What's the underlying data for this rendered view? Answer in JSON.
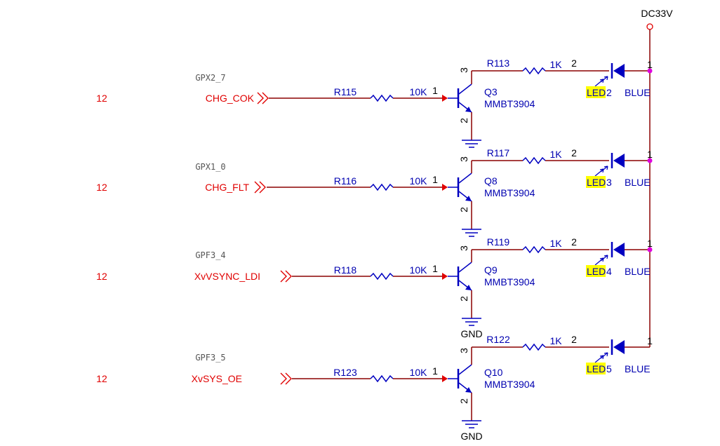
{
  "supply": {
    "label": "DC33V"
  },
  "colors": {
    "wire": "#8b0000",
    "component": "#0000c0",
    "net_label": "#e00000",
    "junction": "#e000e0",
    "highlight": "#ffff00"
  },
  "channels": [
    {
      "page_ref": "12",
      "net": "CHG_COK",
      "gpio": "GPX2_7",
      "r_base": {
        "ref": "R115",
        "value": "10K",
        "pin": "1"
      },
      "transistor": {
        "ref": "Q3",
        "part": "MMBT3904",
        "pin_c": "3",
        "pin_e": "2"
      },
      "r_led": {
        "ref": "R113",
        "value": "1K",
        "pin": "2"
      },
      "led": {
        "ref_hl": "LED",
        "ref_num": "2",
        "color": "BLUE",
        "pin": "1"
      },
      "gnd_label": ""
    },
    {
      "page_ref": "12",
      "net": "CHG_FLT",
      "gpio": "GPX1_0",
      "r_base": {
        "ref": "R116",
        "value": "10K",
        "pin": "1"
      },
      "transistor": {
        "ref": "Q8",
        "part": "MMBT3904",
        "pin_c": "3",
        "pin_e": "2"
      },
      "r_led": {
        "ref": "R117",
        "value": "1K",
        "pin": "2"
      },
      "led": {
        "ref_hl": "LED",
        "ref_num": "3",
        "color": "BLUE",
        "pin": "1"
      },
      "gnd_label": ""
    },
    {
      "page_ref": "12",
      "net": "XvVSYNC_LDI",
      "gpio": "GPF3_4",
      "r_base": {
        "ref": "R118",
        "value": "10K",
        "pin": "1"
      },
      "transistor": {
        "ref": "Q9",
        "part": "MMBT3904",
        "pin_c": "3",
        "pin_e": "2"
      },
      "r_led": {
        "ref": "R119",
        "value": "1K",
        "pin": "2"
      },
      "led": {
        "ref_hl": "LED",
        "ref_num": "4",
        "color": "BLUE",
        "pin": "1"
      },
      "gnd_label": "GND"
    },
    {
      "page_ref": "12",
      "net": "XvSYS_OE",
      "gpio": "GPF3_5",
      "r_base": {
        "ref": "R123",
        "value": "10K",
        "pin": "1"
      },
      "transistor": {
        "ref": "Q10",
        "part": "MMBT3904",
        "pin_c": "3",
        "pin_e": "2"
      },
      "r_led": {
        "ref": "R122",
        "value": "1K",
        "pin": "2"
      },
      "led": {
        "ref_hl": "LED",
        "ref_num": "5",
        "color": "BLUE",
        "pin": "1"
      },
      "gnd_label": "GND"
    }
  ]
}
